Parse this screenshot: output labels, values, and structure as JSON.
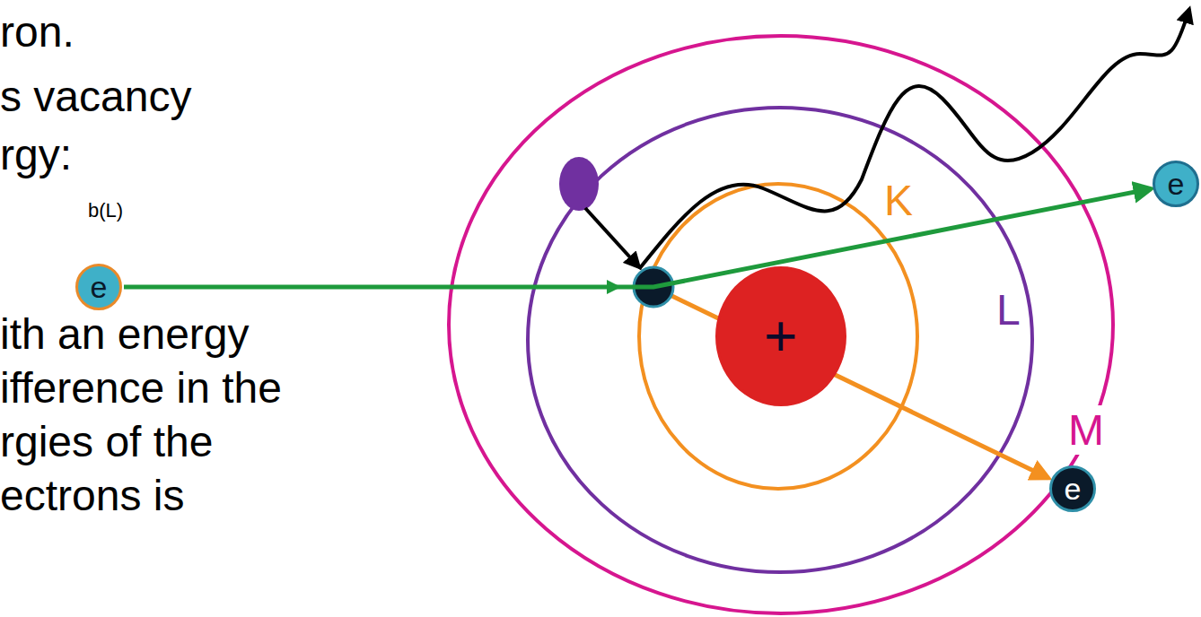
{
  "diagram": {
    "nodes": [
      {
        "text": [
          "e"
        ]
      },
      {
        "text": [
          "+"
        ]
      },
      {
        "text": [
          "e"
        ]
      },
      {
        "text": [
          "e"
        ]
      }
    ],
    "edges": [
      {
        "from": 0,
        "to": 2,
        "arrow": "to"
      }
    ],
    "labels": [
      "ron.",
      "s vacancy",
      "rgy:",
      "b(L)",
      "ith an energy",
      "ifference in the",
      "rgies of the",
      "ectrons is",
      "K",
      "L",
      "M"
    ]
  }
}
